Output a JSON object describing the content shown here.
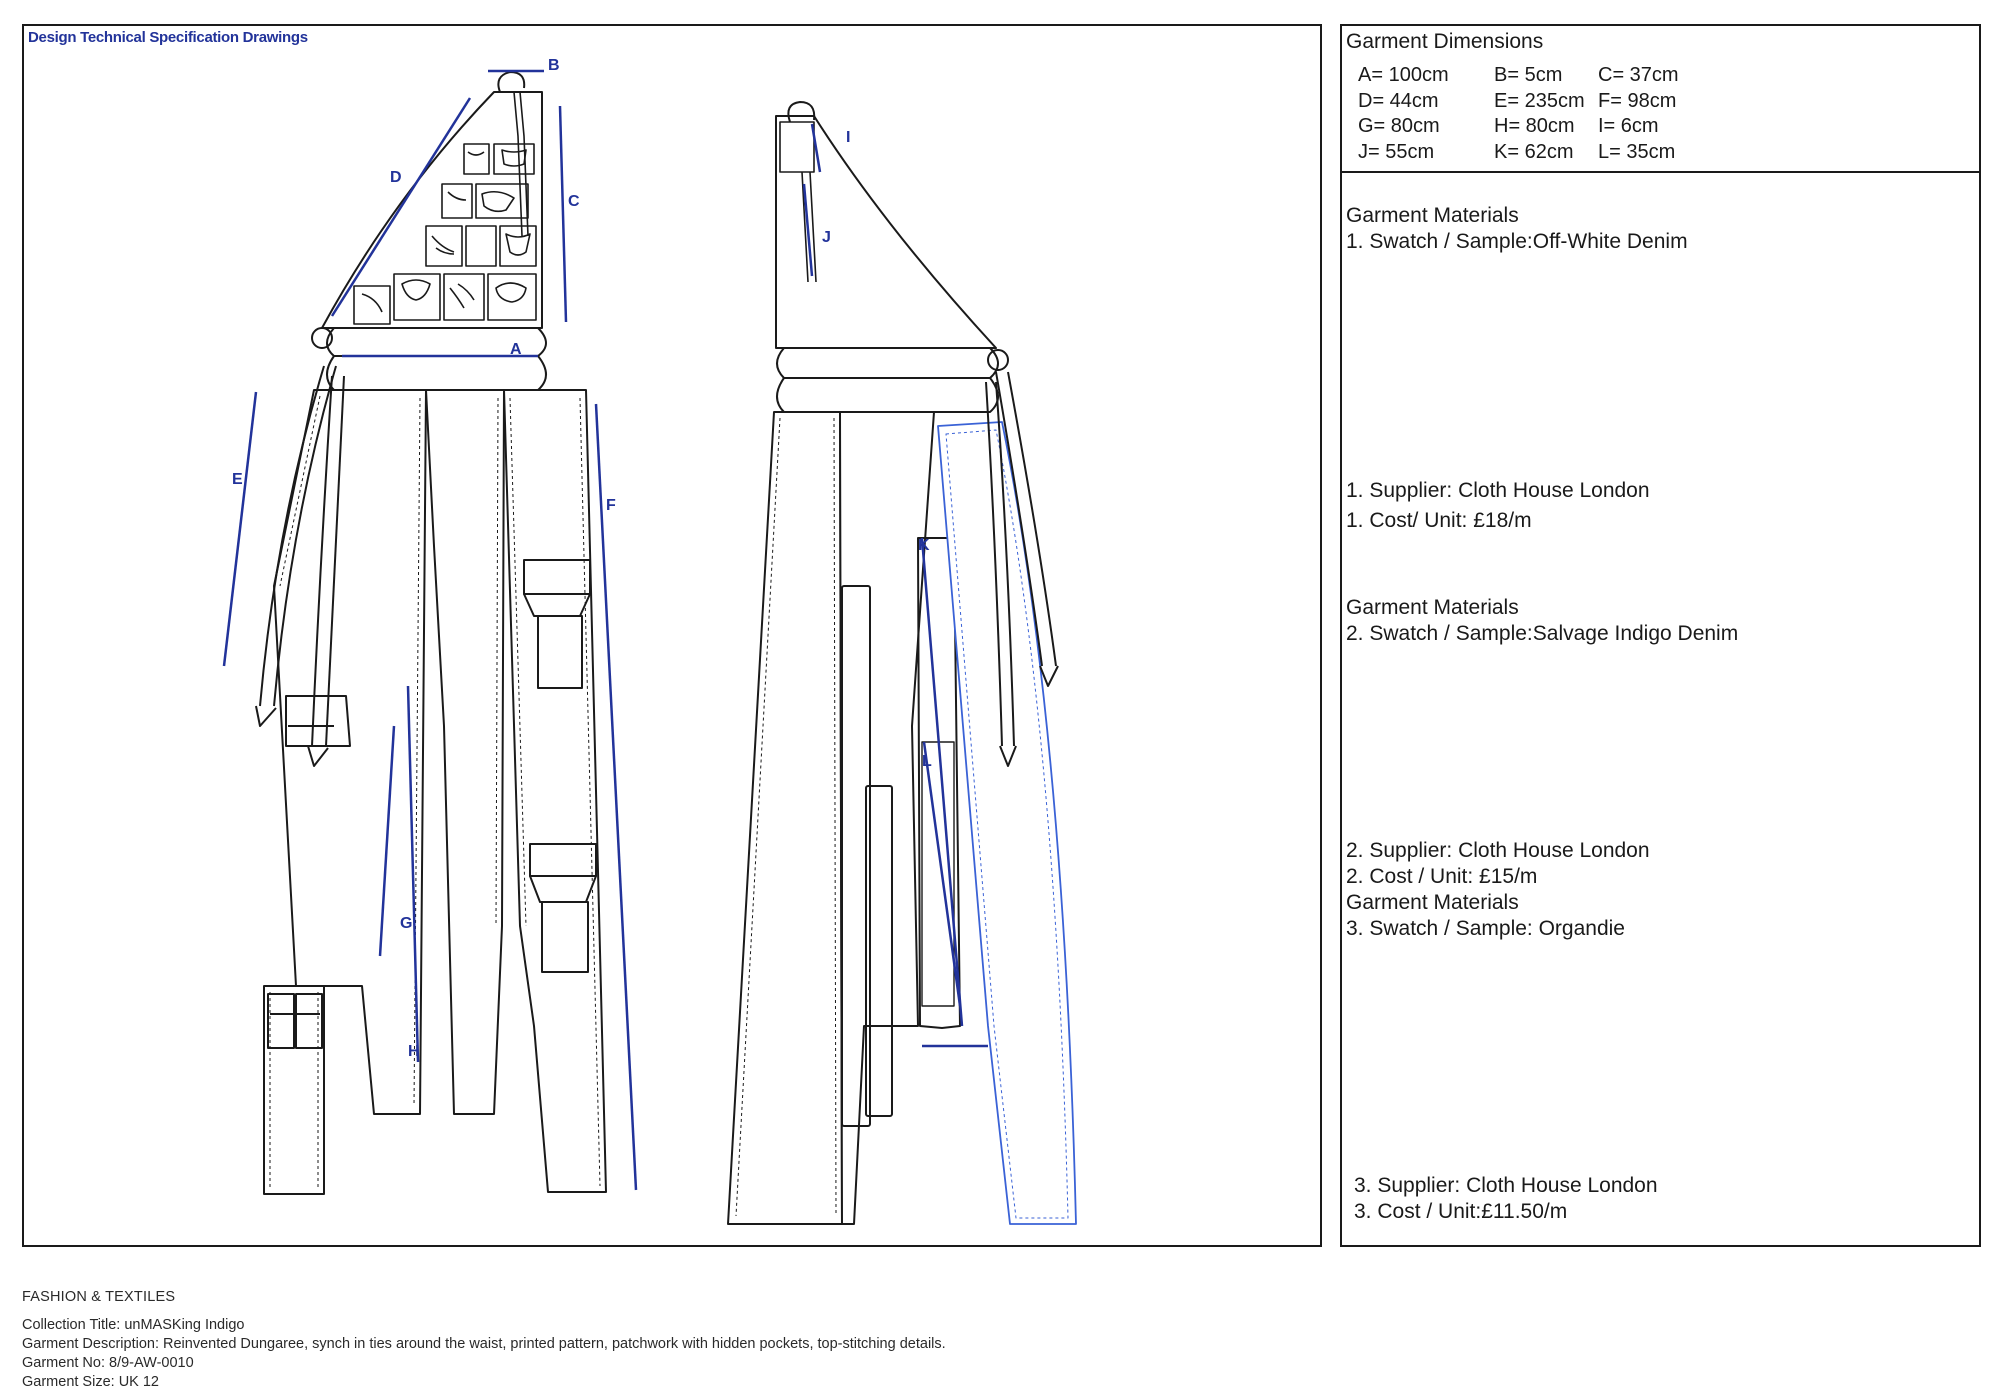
{
  "drawing": {
    "title": "Design Technical Specification Drawings",
    "labels": [
      "A",
      "B",
      "C",
      "D",
      "E",
      "F",
      "G",
      "H",
      "I",
      "J",
      "K",
      "L"
    ]
  },
  "dimensions": {
    "title": "Garment Dimensions",
    "rows": [
      [
        "A= 100cm",
        "B= 5cm",
        "C= 37cm"
      ],
      [
        "D= 44cm",
        "E= 235cm",
        "F= 98cm"
      ],
      [
        "G= 80cm",
        "H= 80cm",
        "I= 6cm"
      ],
      [
        "J= 55cm",
        "K= 62cm",
        "L= 35cm"
      ]
    ]
  },
  "materials": [
    {
      "heading": "Garment Materials",
      "swatch": "1. Swatch / Sample:Off-White Denim",
      "supplier": "1. Supplier: Cloth House London",
      "cost": "1. Cost/ Unit: £18/m"
    },
    {
      "heading": "Garment Materials",
      "swatch": "2. Swatch / Sample:Salvage Indigo Denim",
      "supplier": "2. Supplier: Cloth House London",
      "cost": "2. Cost / Unit: £15/m"
    },
    {
      "heading": "Garment Materials",
      "swatch": "3. Swatch / Sample: Organdie",
      "supplier": "3. Supplier: Cloth House London",
      "cost": "3. Cost / Unit:£11.50/m"
    }
  ],
  "footer": {
    "department": "FASHION & TEXTILES",
    "collection": "Collection Title: unMASKing Indigo",
    "description": "Garment Description: Reinvented Dungaree, synch in ties around the waist, printed pattern, patchwork with hidden pockets, top-stitching details.",
    "number": "Garment No: 8/9-AW-0010",
    "size": "Garment Size: UK 12"
  },
  "colors": {
    "ink": "#1a1a1a",
    "measure": "#22339a",
    "highlight": "#3a62d6"
  }
}
